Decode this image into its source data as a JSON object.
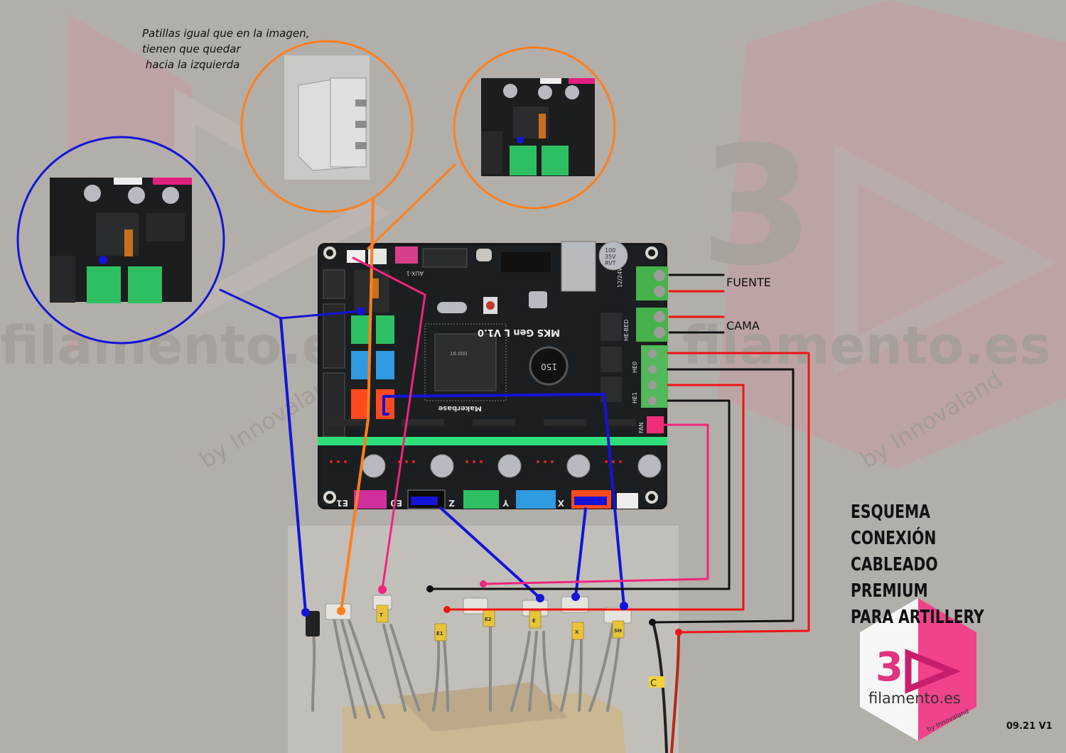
{
  "note_lines": [
    "Patillas igual que en la imagen,",
    "tienen que quedar",
    " hacia la izquierda"
  ],
  "labels": {
    "fuente": "FUENTE",
    "cama": "CAMA"
  },
  "title_lines": [
    "ESQUEMA CONEXIÓN",
    "CABLEADO PREMIUM",
    "PARA ARTILLERY"
  ],
  "version": "09.21 V1",
  "watermark": {
    "brand": "filamento.es",
    "sub": "by Innovaland"
  },
  "logo": {
    "brand": "filamento.es",
    "sub": "by Innovaland"
  },
  "board": {
    "chip": "Makerbase",
    "model": "MKS Gen L V1.0",
    "cap": [
      "100",
      "35V",
      "RVT"
    ],
    "inductor": "150",
    "crystal": "16.000",
    "driver_labels": [
      "E1",
      "E0",
      "Z",
      "Y",
      "X"
    ],
    "terminal_labels": [
      "12/24V",
      "HE-BED",
      "HE0",
      "HE1",
      "FAN"
    ],
    "aux": "AUX-1"
  },
  "cable_tags": [
    "",
    "T",
    "E1",
    "E2",
    "E",
    "X",
    "SH"
  ],
  "cable_c_tag": "C",
  "colors": {
    "blue": "#1414d8",
    "orange": "#ff7f1e",
    "pink": "#f0257c",
    "red": "#ee1414",
    "black": "#111111",
    "green": "#2fbf63",
    "lightblue": "#2f9ae0",
    "redport": "#ff4a1f",
    "magenta": "#d22f9e"
  }
}
